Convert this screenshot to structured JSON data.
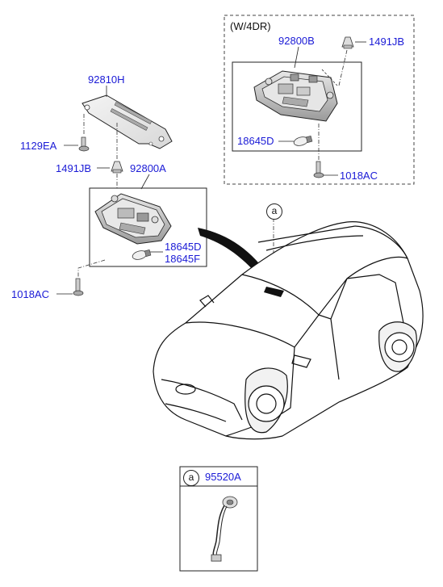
{
  "variant_label": "(W/4DR)",
  "callout_letter": "a",
  "parts": {
    "lamp_rear": "92800B",
    "clip_rear": "1491JB",
    "bulb_rear": "18645D",
    "screw_rear": "1018AC",
    "bracket": "92810H",
    "bracket_screw": "1129EA",
    "clip_front": "1491JB",
    "lamp_front": "92800A",
    "bulb_front_d": "18645D",
    "bulb_front_f": "18645F",
    "screw_front": "1018AC",
    "harness": "95520A"
  },
  "colors": {
    "label": "#1a1ad6",
    "line": "#222222"
  }
}
